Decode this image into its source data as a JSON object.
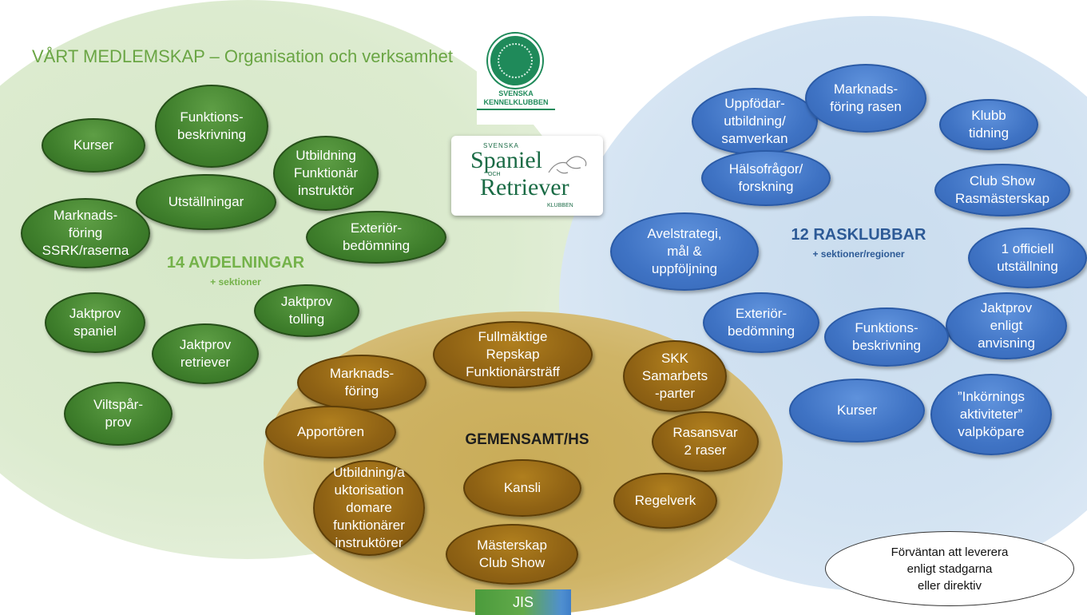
{
  "title": "VÅRT MEDLEMSKAP – Organisation och verksamhet",
  "logos": {
    "skk": {
      "line1": "SVENSKA",
      "line2": "KENNELKLUBBEN"
    },
    "ssrk": {
      "small_top": "SVENSKA",
      "spaniel": "Spaniel",
      "och": "OCH",
      "retriever": "Retriever",
      "klubben": "KLUBBEN"
    }
  },
  "green": {
    "heading": "14 AVDELNINGAR",
    "subheading": "+ sektioner",
    "items": [
      "Kurser",
      "Funktions-\nbeskrivning",
      "Utbildning\nFunktionär\ninstruktör",
      "Utställningar",
      "Marknads-\nföring\nSSRK/raserna",
      "Exteriör-\nbedömning",
      "Jaktprov\nspaniel",
      "Jaktprov\ntolling",
      "Jaktprov\nretriever",
      "Viltspår-\nprov"
    ]
  },
  "blue": {
    "heading": "12 RASKLUBBAR",
    "subheading": "+ sektioner/regioner",
    "items": [
      "Uppfödar-\nutbildning/\nsamverkan",
      "Marknads-\nföring rasen",
      "Klubb\ntidning",
      "Hälsofrågor/\nforskning",
      "Club Show\nRasmästerskap",
      "Avelstrategi,\nmål &\nuppföljning",
      "1 officiell\nutställning",
      "Exteriör-\nbedömning",
      "Jaktprov\nenligt\nanvisning",
      "Funktions-\nbeskrivning",
      "Kurser",
      "”Inkörnings\naktiviteter”\nvalpköpare"
    ]
  },
  "gold": {
    "heading": "GEMENSAMT/HS",
    "items": [
      "Fullmäktige\nRepskap\nFunktionärsträff",
      "Marknads-\nföring",
      "SKK\nSamarbets\n-parter",
      "Apportören",
      "Rasansvar\n2 raser",
      "Utbildning/a\nuktorisation\ndomare\nfunktionärer\ninstruktörer",
      "Kansli",
      "Regelverk",
      "Mästerskap\nClub Show"
    ]
  },
  "jis": "JIS",
  "note": "Förväntan att leverera\nenligt stadgarna\neller direktiv",
  "colors": {
    "green_bubble": "#3f7f2c",
    "blue_bubble": "#3f73c4",
    "gold_bubble": "#8f6214",
    "title_green": "#6aa544",
    "blue_heading": "#2d5a96"
  }
}
